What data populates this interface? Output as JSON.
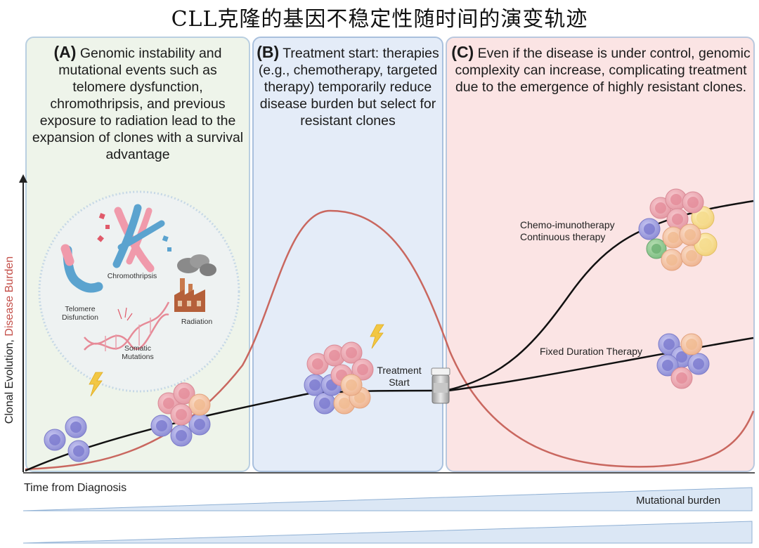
{
  "title": "CLL克隆的基因不稳定性随时间的演变轨迹",
  "panels": {
    "a": {
      "letter": "(A)",
      "text": "Genomic instability and mutational events such as telomere dysfunction, chromothripsis, and previous exposure to radiation lead to the expansion of clones with a survival advantage"
    },
    "b": {
      "letter": "(B)",
      "text": "Treatment start: therapies (e.g., chemotherapy, targeted therapy) temporarily reduce disease burden but select for resistant clones"
    },
    "c": {
      "letter": "(C)",
      "text": "Even if the disease is under control, genomic complexity can increase, complicating treatment due to the emergence of highly resistant clones."
    }
  },
  "diagram": {
    "chromothripsis": "Chromothripsis",
    "telomere": "Telomere Disfunction",
    "radiation": "Radiation",
    "somatic": "Somatic Mutations",
    "treatment_start": "Treatment Start",
    "chemo_line1": "Chemo-imunotherapy",
    "chemo_line2": "Continuous therapy",
    "fixed": "Fixed Duration Therapy"
  },
  "axes": {
    "y_label_part1": "Clonal Evolution, ",
    "y_label_part2": "Disease Burden",
    "x_label": "Time from Diagnosis",
    "mutational": "Mutational burden"
  },
  "colors": {
    "disease_curve": "#c9675f",
    "evolution_curve": "#111111",
    "panel_a": "#eef4ea",
    "panel_b": "#e4ecf8",
    "panel_c": "#fbe4e4",
    "bolt": "#f2c744"
  }
}
